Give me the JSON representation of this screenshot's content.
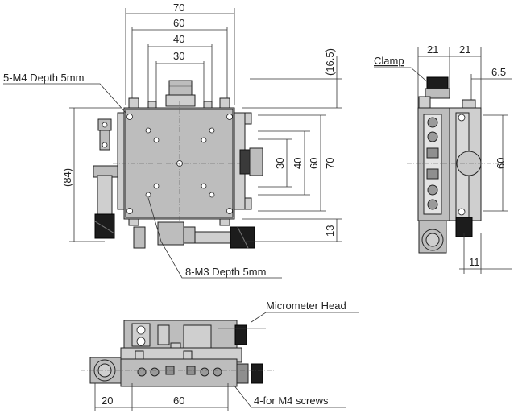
{
  "dimensions": {
    "top_70": "70",
    "top_60": "60",
    "top_40": "40",
    "top_30": "30",
    "right_16_5": "(16.5)",
    "right_30": "30",
    "right_40": "40",
    "right_60": "60",
    "right_70": "70",
    "right_13": "13",
    "left_84": "(84)",
    "side_21a": "21",
    "side_21b": "21",
    "side_6_5": "6.5",
    "side_60": "60",
    "side_11": "11",
    "bottom_20": "20",
    "bottom_60": "60"
  },
  "callouts": {
    "m4_holes": "5-M4 Depth 5mm",
    "m3_holes": "8-M3 Depth 5mm",
    "clamp": "Clamp",
    "micrometer_head": "Micrometer Head",
    "m4_screws": "4-for M4 screws"
  },
  "colors": {
    "stage_body": "#bdbdbd",
    "knob_dark": "#1c1c1c",
    "dimension_line": "#333333"
  }
}
